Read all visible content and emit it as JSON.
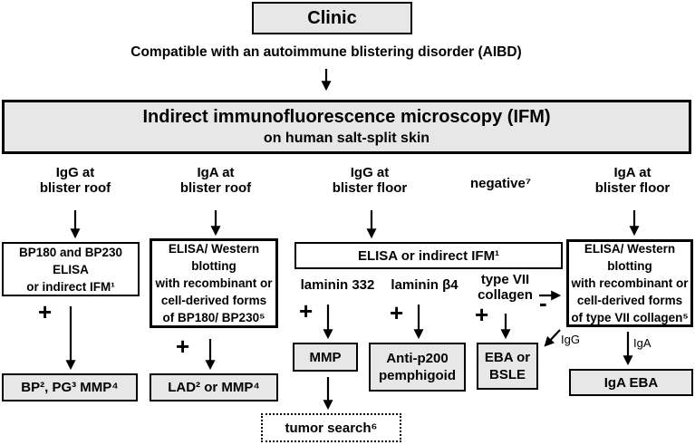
{
  "colors": {
    "background": "#ffffff",
    "box_gray": "#e7e7e7",
    "box_white": "#ffffff",
    "border": "#000000",
    "text": "#000000"
  },
  "nodes": {
    "clinic": "Clinic",
    "compatible": "Compatible with an autoimmune blistering disorder (AIBD)",
    "ifm_title": "Indirect immunofluorescence microscopy (IFM)",
    "ifm_subtitle": "on human salt-split skin",
    "igg_roof": "IgG at\nblister roof",
    "iga_roof": "IgA at\nblister roof",
    "igg_floor": "IgG at\nblister floor",
    "negative": "negative⁷",
    "iga_floor": "IgA at\nblister floor",
    "bp_elisa": "BP180 and BP230\nELISA\nor indirect IFM¹",
    "western_bp": "ELISA/ Western\nblotting\nwith recombinant or\ncell-derived forms\nof BP180/ BP230⁵",
    "elisa_or_ifm": "ELISA or indirect IFM¹",
    "western_c7": "ELISA/ Western\nblotting\nwith recombinant or\ncell-derived forms\nof type VII collagen⁵",
    "laminin332": "laminin 332",
    "laminin_b4": "laminin β4",
    "type7": "type VII\ncollagen",
    "mmp": "MMP",
    "antip200": "Anti-p200\npemphigoid",
    "eba_bsle": "EBA or\nBSLE",
    "bp_pg_mmp": "BP², PG³ MMP⁴",
    "lad_mmp": "LAD² or MMP⁴",
    "iga_eba": "IgA EBA",
    "tumor": "tumor search⁶",
    "igg_small": "IgG",
    "iga_small": "IgA",
    "plus": "+",
    "minus": "-"
  }
}
